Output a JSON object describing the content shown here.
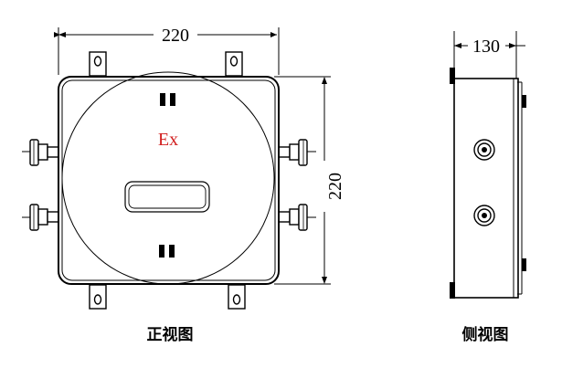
{
  "front_view": {
    "width_dimension": "220",
    "height_dimension": "220",
    "marking": "Ex",
    "caption": "正视图"
  },
  "side_view": {
    "depth_dimension": "130",
    "caption": "侧视图"
  },
  "colors": {
    "line": "#000000",
    "marking": "#d22020"
  }
}
